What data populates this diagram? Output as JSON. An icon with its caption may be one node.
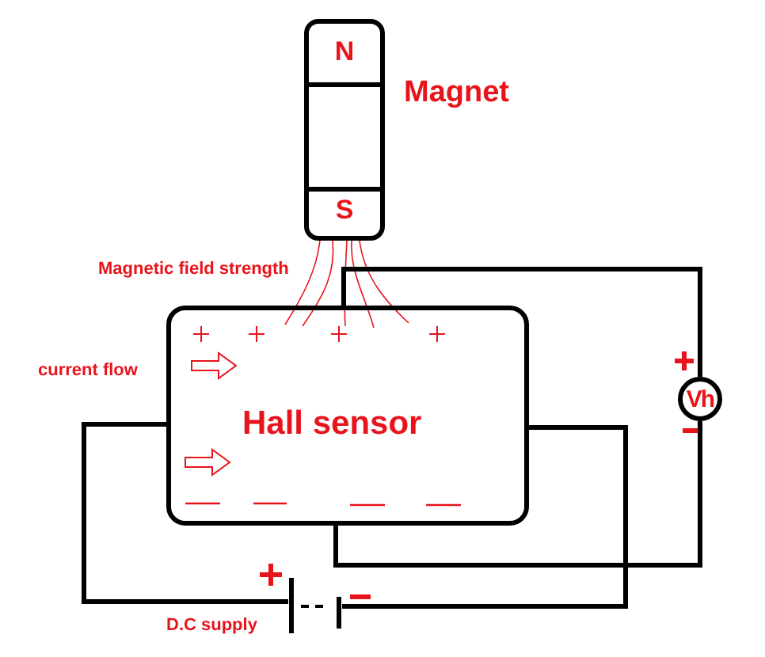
{
  "diagram": {
    "nodes": [
      {
        "text": [
          "N",
          "S"
        ],
        "beside": [
          "Magnet"
        ]
      },
      {
        "text": [
          "Hall sensor"
        ]
      },
      {
        "text": [
          "Vh"
        ]
      },
      {
        "text": [],
        "shape": "battery",
        "beside": [
          "D.C supply"
        ]
      }
    ],
    "edges": [
      {
        "from": 1,
        "to": 2,
        "arrow": "none"
      },
      {
        "from": 2,
        "to": 1,
        "arrow": "none"
      },
      {
        "from": 1,
        "to": 3,
        "arrow": "none"
      },
      {
        "from": 3,
        "to": 1,
        "arrow": "none"
      }
    ],
    "labels": [
      "Magnetic field strength",
      "current flow"
    ]
  }
}
